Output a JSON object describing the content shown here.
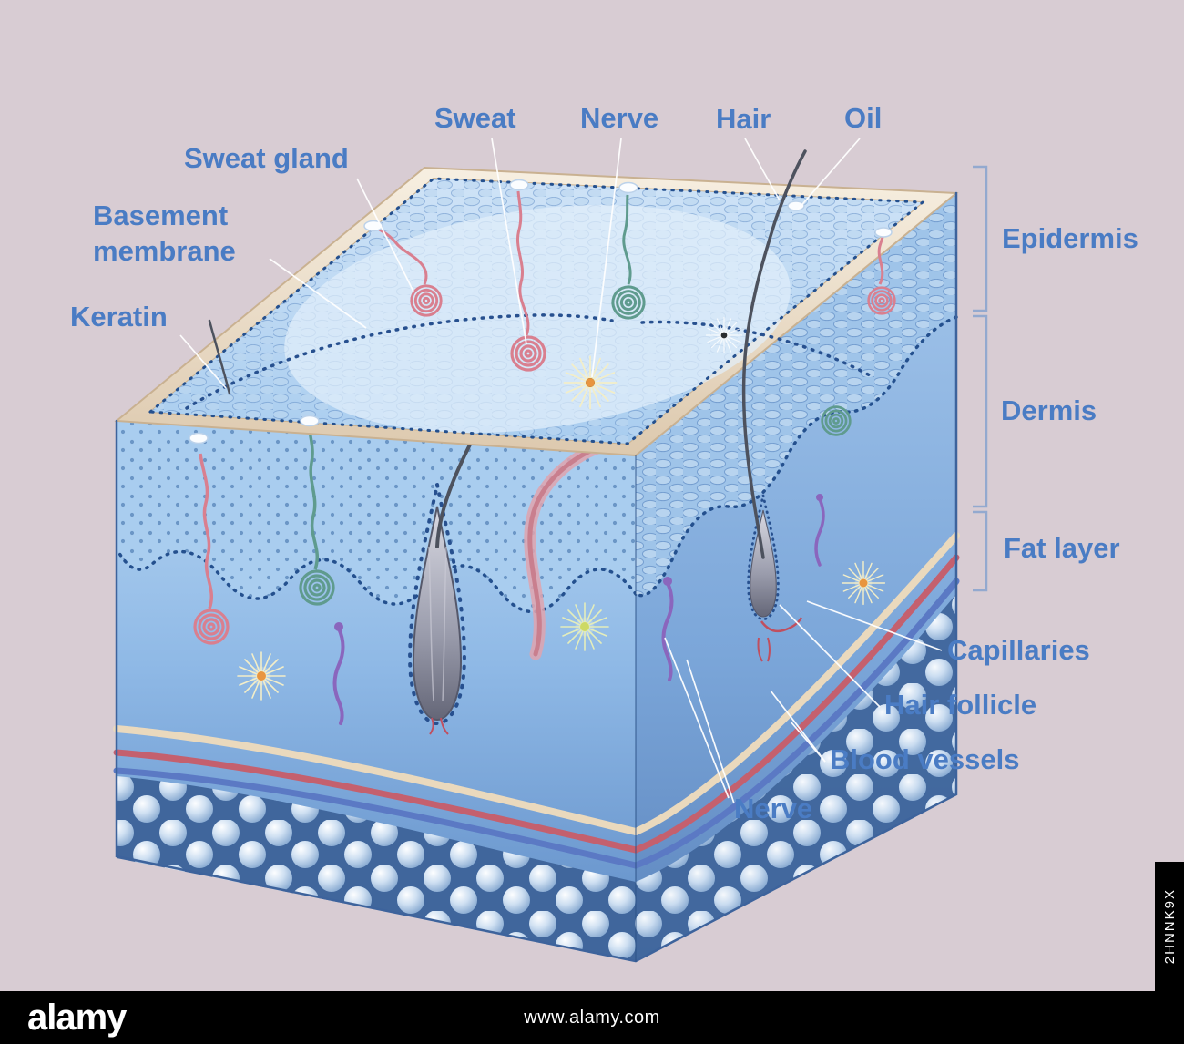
{
  "theme": {
    "bg": "#d8ccd3",
    "label": "#4a7cc4",
    "bar_bg": "#000000",
    "bar_text": "#ffffff"
  },
  "diagram": {
    "subject": "Skin anatomy cross-section 3D diagram",
    "labels": {
      "sweat": "Sweat",
      "nerve_top": "Nerve",
      "hair": "Hair",
      "oil": "Oil",
      "sweat_gland": "Sweat gland",
      "basement_membrane": "Basement membrane",
      "keratin": "Keratin",
      "capillaries": "Capillaries",
      "hair_follicle": "Hair follicle",
      "blood_vessels": "Blood vessels",
      "nerve_bottom": "Nerve"
    },
    "layers": {
      "epidermis": "Epidermis",
      "dermis": "Dermis",
      "fat_layer": "Fat layer"
    },
    "colors": {
      "epidermis_blue": "#a9cdef",
      "dermis_blue": "#8fb9e6",
      "rim_cream": "#f3eadb",
      "gland_pink": "#d97f8f",
      "gland_teal": "#5f9b8e",
      "nerve_purple": "#8a66bd",
      "vessel_red": "#c4606e",
      "vessel_blue": "#5b79c4",
      "fat_sphere": "#cfe0f2"
    }
  },
  "watermark": {
    "brand": "alamy",
    "website": "www.alamy.com",
    "image_id": "2HNNK9X"
  }
}
